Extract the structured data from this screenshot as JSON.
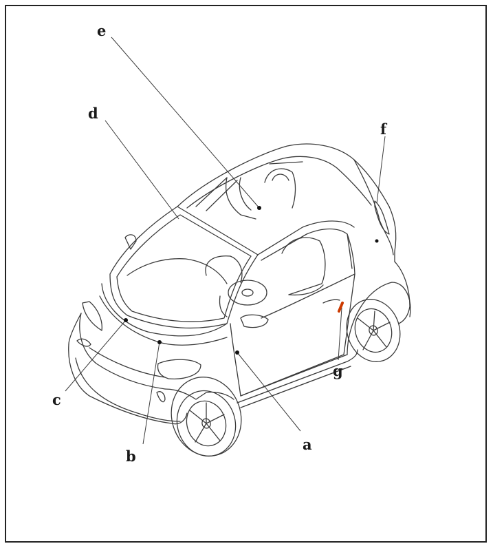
{
  "callouts": {
    "a": "a",
    "b": "b",
    "c": "c",
    "d": "d",
    "e": "e",
    "f": "f",
    "g": "g"
  },
  "colors": {
    "line": "#3a3a3a",
    "marker": "#111111",
    "highlight": "#cc3a00"
  }
}
